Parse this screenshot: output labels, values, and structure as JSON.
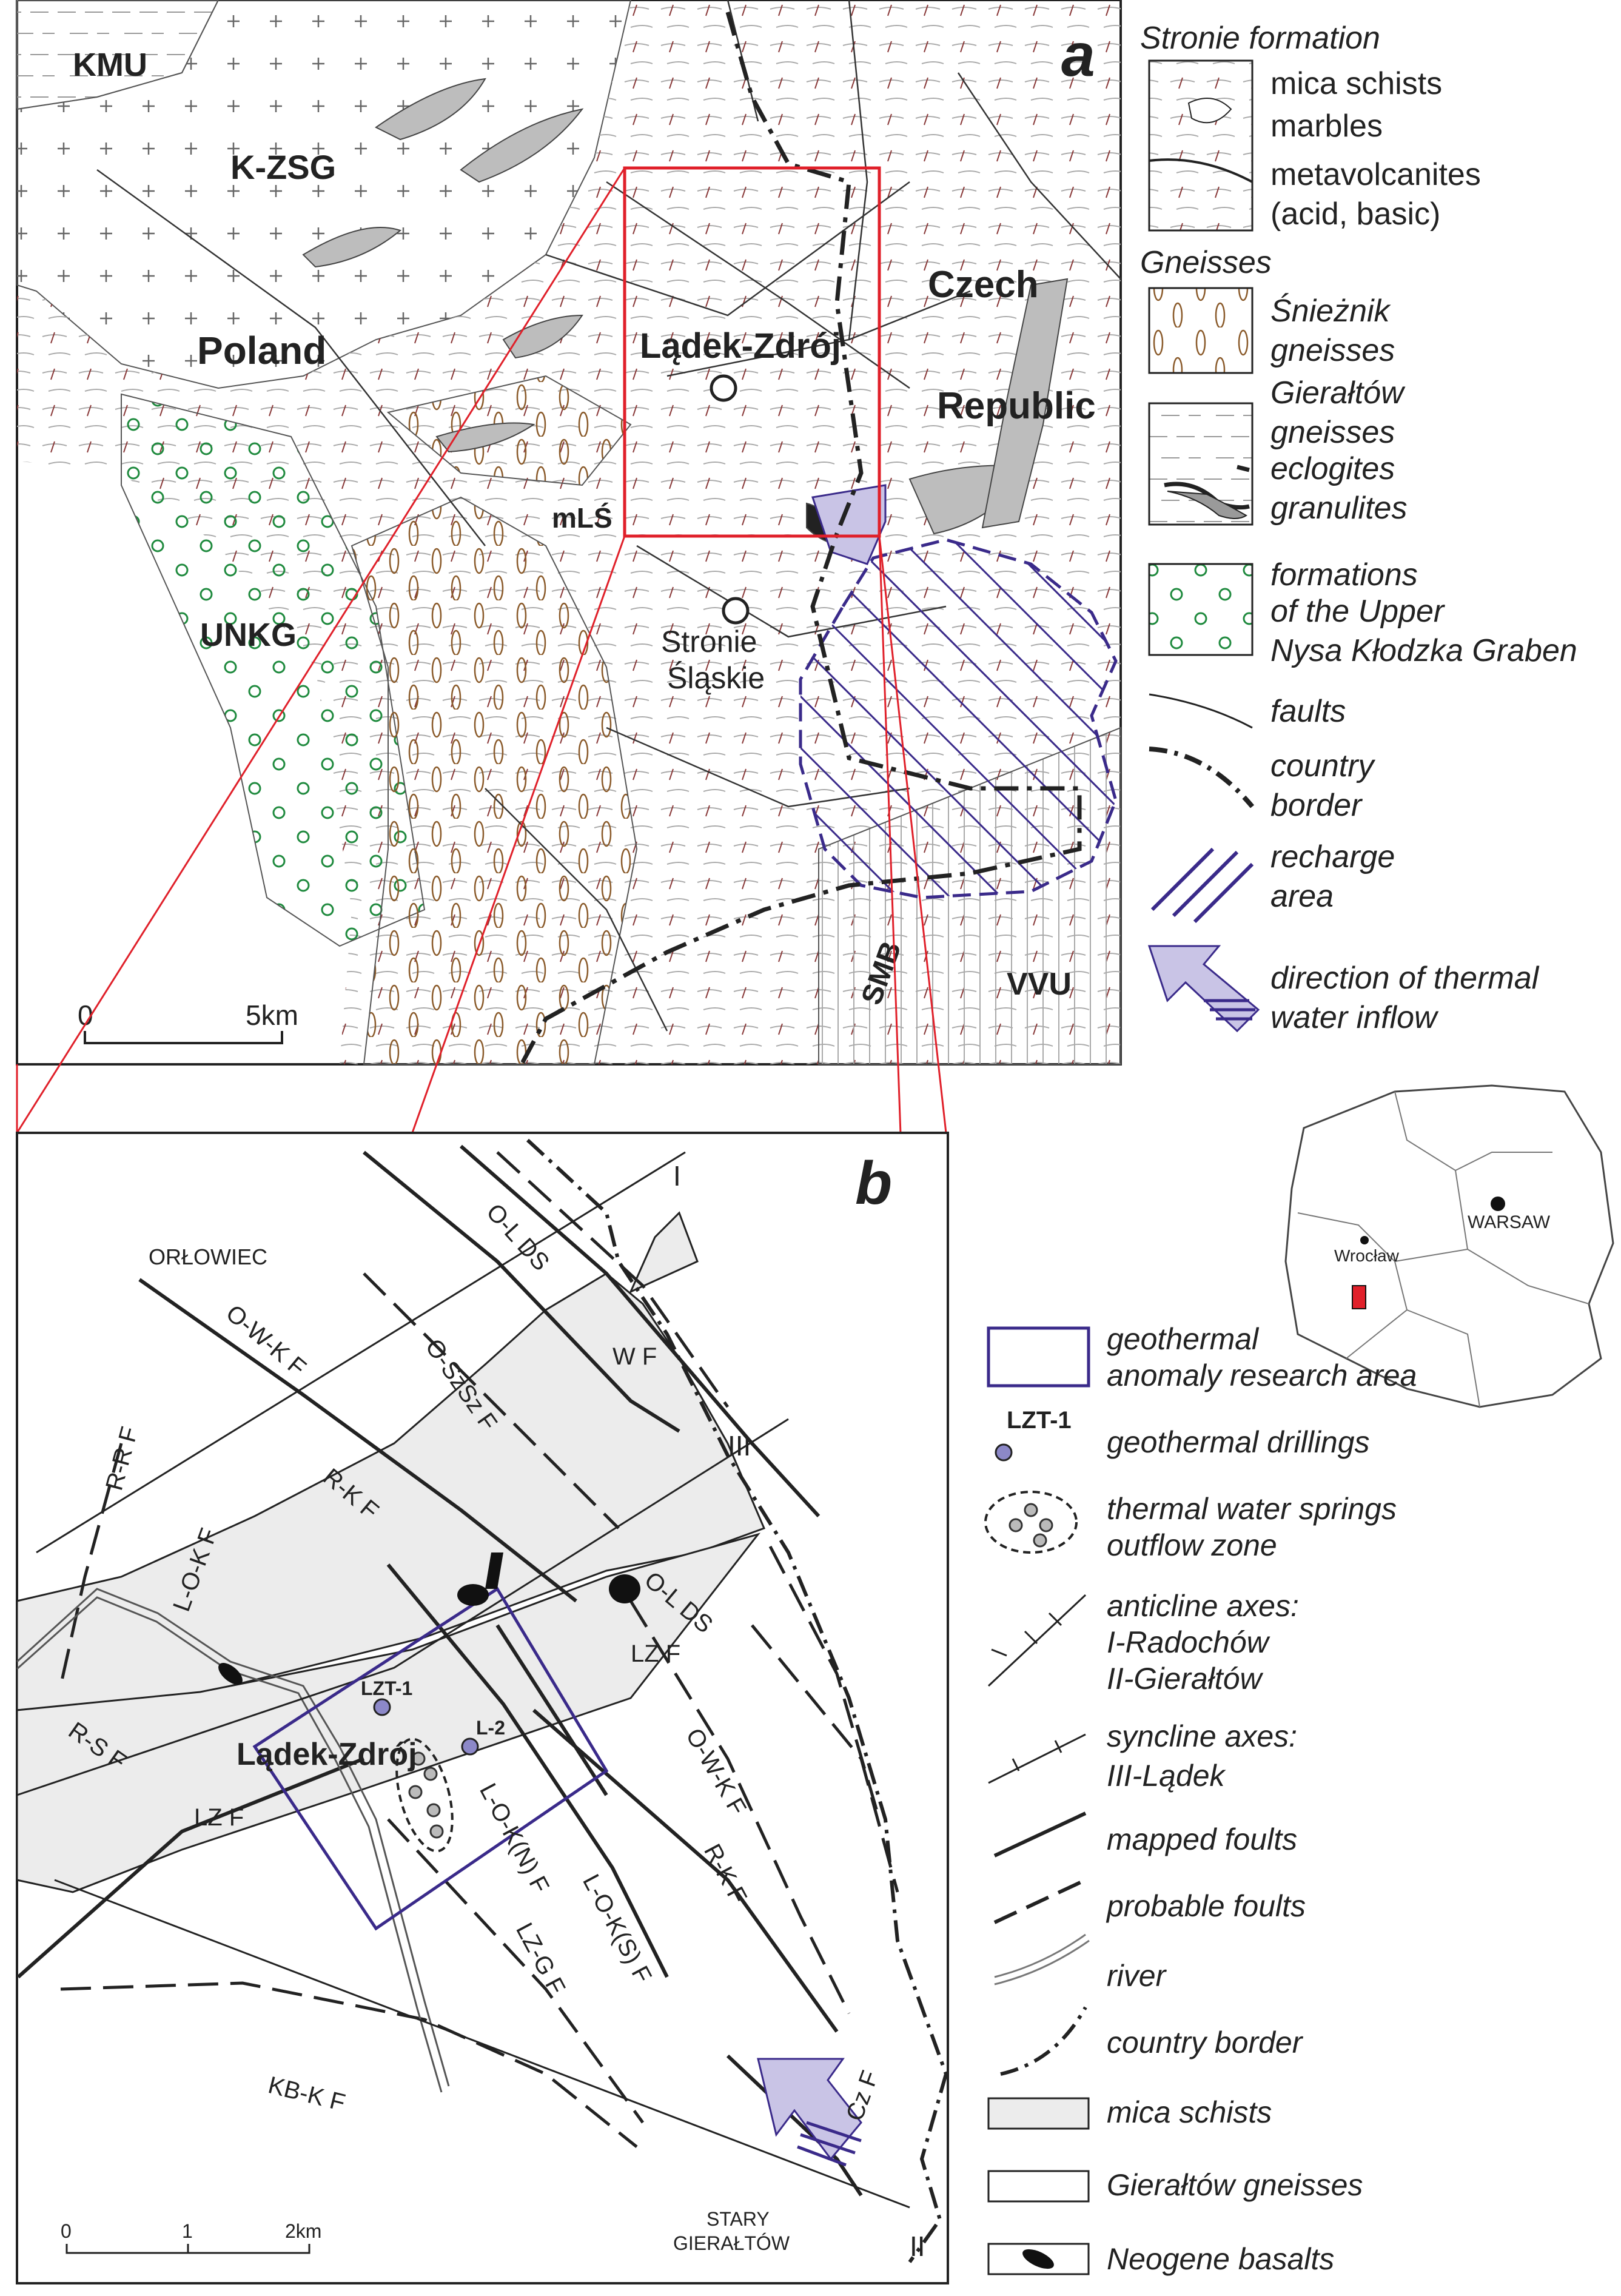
{
  "panel_a": {
    "letter": "a",
    "labels": {
      "kmu": "KMU",
      "kzsg": "K-ZSG",
      "poland": "Poland",
      "czech": "Czech",
      "republic": "Republic",
      "ladek": "Lądek-Zdrój",
      "mls": "mLŚ",
      "unkg": "UNKG",
      "stronie1": "Stronie",
      "stronie2": "Śląskie",
      "smb": "SMB",
      "vvu": "VVU"
    },
    "scale": {
      "zero": "0",
      "end": "5km"
    },
    "legend": {
      "stronie_title": "Stronie formation",
      "mica": "mica schists",
      "marbles": "marbles",
      "metavolc1": "metavolcanites",
      "metavolc2": "(acid, basic)",
      "gneisses_title": "Gneisses",
      "sniez1": "Śnieżnik",
      "sniez2": "gneisses",
      "gier1": "Gierałtów",
      "gier2": "gneisses",
      "gier3": "eclogites",
      "gier4": "granulites",
      "form1": "formations",
      "form2": "of the Upper",
      "form3": "Nysa Kłodzka Graben",
      "faults": "faults",
      "border1": "country",
      "border2": "border",
      "recharge1": "recharge",
      "recharge2": "area",
      "inflow1": "direction of thermal",
      "inflow2": "water inflow"
    }
  },
  "panel_b": {
    "letter": "b",
    "labels": {
      "orlowiec": "ORŁOWIEC",
      "i": "I",
      "ii": "II",
      "iii": "III",
      "oldsn": "O-L DS",
      "owkf": "O-W-K F",
      "oszszf": "O-SzSz F",
      "wf": "W F",
      "rrf": "R-R F",
      "rkf": "R-K F",
      "lokf": "L-O-K F",
      "olds2": "O-L DS",
      "lzf": "LZ F",
      "lzt1": "LZT-1",
      "l2": "L-2",
      "rsf": "R-S F",
      "ladek": "Lądek-Zdrój",
      "lzf2": "LZ F",
      "lokn": "L-O-K(N) F",
      "owkf2": "O-W-K F",
      "rkf2": "R-K F",
      "lzgf": "LZ-G F",
      "loks": "L-O-K(S) F",
      "kbkf": "KB-K F",
      "czf": "Cz F",
      "stary1": "STARY",
      "stary2": "GIERAŁTÓW"
    },
    "scale": {
      "s0": "0",
      "s1": "1",
      "s2": "2km"
    },
    "legend": {
      "anom1": "geothermal",
      "anom2": "anomaly research area",
      "drill_label": "LZT-1",
      "drill": "geothermal drillings",
      "springs1": "thermal water springs",
      "springs2": "outflow zone",
      "anti1": "anticline axes:",
      "anti2": "I-Radochów",
      "anti3": "II-Gierałtów",
      "syn1": "syncline axes:",
      "syn2": "III-Lądek",
      "mapped": "mapped foults",
      "probable": "probable foults",
      "river": "river",
      "border": "country border",
      "mica": "mica schists",
      "gneiss": "Gierałtów gneisses",
      "basalt": "Neogene basalts"
    }
  },
  "inset": {
    "warsaw": "WARSAW",
    "wroclaw": "Wrocław"
  },
  "colors": {
    "frame": "#e0202a",
    "purple": "#3a2a8a",
    "arrow_fill": "#c9c4e6",
    "green": "#1f8a3e",
    "brown": "#8a5a2a",
    "gray": "#9a9a9a",
    "mica_fill": "#ececec"
  }
}
